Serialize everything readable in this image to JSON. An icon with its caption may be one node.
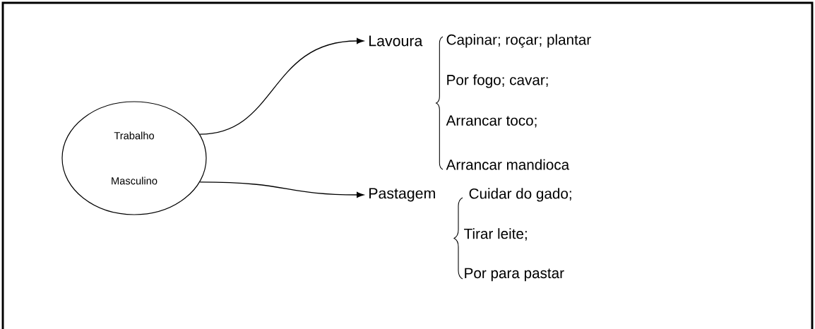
{
  "diagram": {
    "nodes": [
      {
        "text": [
          "Trabalho Masculino"
        ]
      },
      {
        "text": [
          "Lavoura"
        ]
      },
      {
        "text": [
          "Pastagem"
        ]
      }
    ],
    "edges": [
      {
        "from": 0,
        "to": 1,
        "arrow": "to"
      },
      {
        "from": 0,
        "to": 2,
        "arrow": "to"
      }
    ],
    "labels": [
      "Capinar; roçar; plantar",
      "Por fogo; cavar;",
      "Arrancar toco;",
      "Arrancar mandioca",
      "Cuidar do gado;",
      "Tirar leite;",
      "Por para pastar"
    ]
  }
}
